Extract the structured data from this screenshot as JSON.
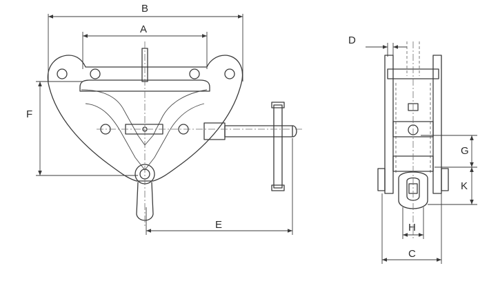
{
  "dimension_labels": {
    "a": "A",
    "b": "B",
    "c": "C",
    "d": "D",
    "e": "E",
    "f": "F",
    "g": "G",
    "h": "H",
    "k": "K"
  },
  "colors": {
    "line": "#3a3a3a",
    "background": "#ffffff"
  }
}
